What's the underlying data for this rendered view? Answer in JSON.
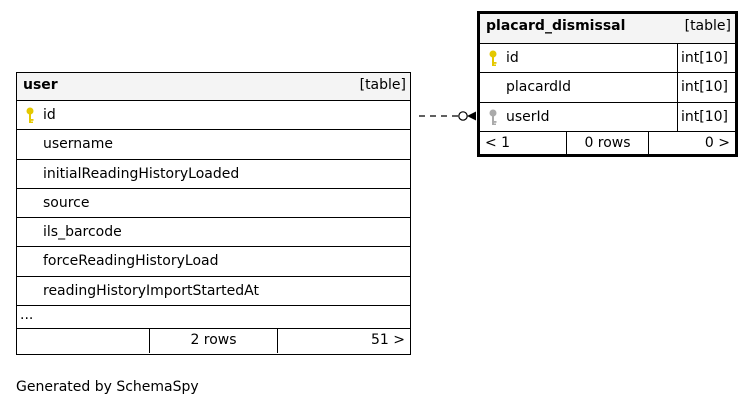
{
  "colors": {
    "border": "#000000",
    "header_bg": "#f4f4f4",
    "primary_key": "#e4c800",
    "foreign_key": "#aaaaaa"
  },
  "user_table": {
    "name": "user",
    "kind": "[table]",
    "columns": [
      {
        "name": "id",
        "key": "primary-key-icon"
      },
      {
        "name": "username"
      },
      {
        "name": "initialReadingHistoryLoaded"
      },
      {
        "name": "source"
      },
      {
        "name": "ils_barcode"
      },
      {
        "name": "forceReadingHistoryLoad"
      },
      {
        "name": "readingHistoryImportStartedAt"
      }
    ],
    "more": "...",
    "footer": {
      "left": "",
      "center": "2 rows",
      "right": "51 >"
    }
  },
  "placard_table": {
    "name": "placard_dismissal",
    "kind": "[table]",
    "columns": [
      {
        "name": "id",
        "type": "int[10]",
        "key": "primary-key-icon"
      },
      {
        "name": "placardId",
        "type": "int[10]"
      },
      {
        "name": "userId",
        "type": "int[10]",
        "key": "foreign-key-icon"
      }
    ],
    "footer": {
      "left": "< 1",
      "center": "0 rows",
      "right": "0 >"
    }
  },
  "generated_by": "Generated by SchemaSpy"
}
